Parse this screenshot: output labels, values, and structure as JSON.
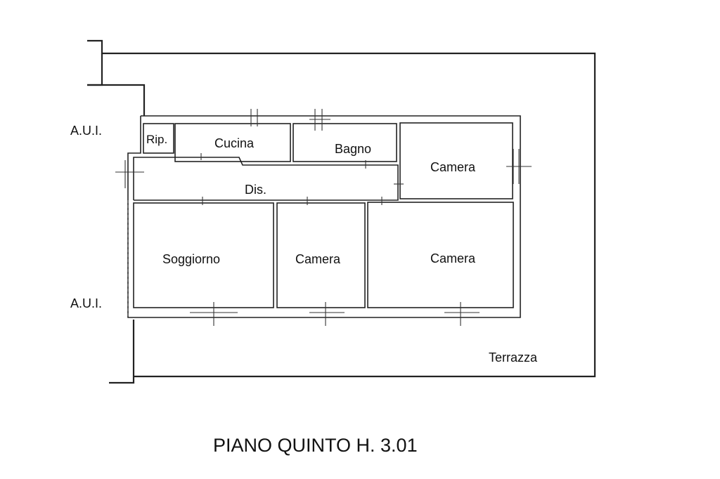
{
  "floor_plan": {
    "title": "PIANO QUINTO H. 3.01",
    "side_labels": {
      "top": "A.U.I.",
      "bottom": "A.U.I."
    },
    "rooms": {
      "rip": "Rip.",
      "cucina": "Cucina",
      "bagno": "Bagno",
      "camera_ne": "Camera",
      "dis": "Dis.",
      "soggiorno": "Soggiorno",
      "camera_s_mid": "Camera",
      "camera_se": "Camera"
    },
    "terrace": "Terrazza"
  }
}
